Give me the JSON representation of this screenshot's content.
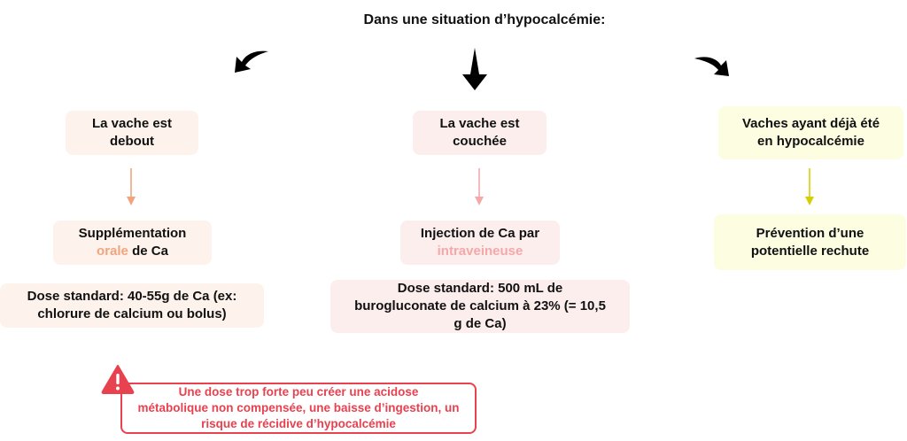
{
  "title": "Dans une situation d’hypocalcémie:",
  "colors": {
    "orange": "#f2a47e",
    "pink": "#f5a8a8",
    "yellow": "#d4d000",
    "warning": "#e8414f"
  },
  "branches": [
    {
      "condition": [
        "La vache est",
        "debout"
      ],
      "treatment": {
        "line1": "Supplémentation",
        "highlight": "orale",
        "rest": " de Ca"
      },
      "dose": [
        "Dose standard: 40-55g de Ca (ex:",
        "chlorure de calcium ou bolus)"
      ]
    },
    {
      "condition": [
        "La vache est",
        "couchée"
      ],
      "treatment": {
        "line1": "Injection de Ca par",
        "highlight": "intraveineuse"
      },
      "dose": [
        "Dose standard: 500 mL de",
        "burogluconate de calcium à 23% (= 10,5",
        "g de Ca)"
      ]
    },
    {
      "condition": [
        "Vaches ayant déjà été",
        "en hypocalcémie"
      ],
      "treatment": {
        "line1": "Prévention d’une",
        "line2": "potentielle rechute"
      }
    }
  ],
  "warning": [
    "Une dose trop forte peu créer une acidose",
    "métabolique non compensée, une baisse d’ingestion, un",
    "risque de récidive d’hypocalcémie"
  ],
  "icons": {
    "warning": "warning-triangle-icon"
  }
}
